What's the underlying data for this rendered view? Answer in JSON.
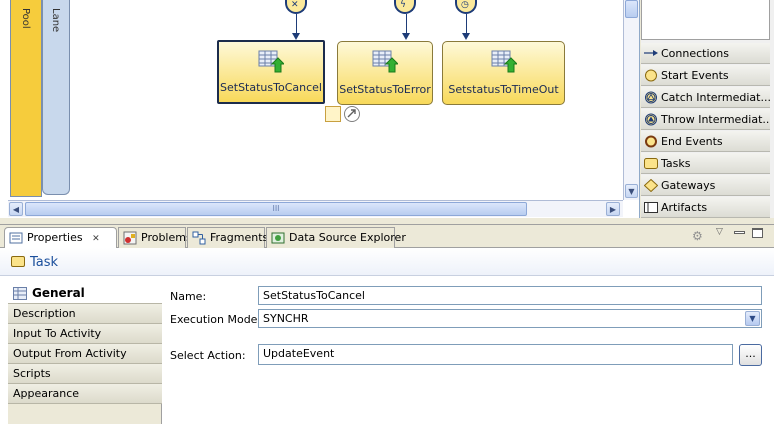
{
  "diagram": {
    "pool_label": "Pool",
    "lane_label": "Lane",
    "tasks": [
      {
        "label": "SetStatusToCancel"
      },
      {
        "label": "SetStatusToError"
      },
      {
        "label": "SetstatusToTimeOut"
      }
    ],
    "scroll_grip": "III"
  },
  "palette": {
    "items": [
      {
        "label": "Connections",
        "icon": "arrow-icon"
      },
      {
        "label": "Start Events",
        "icon": "start-event-icon"
      },
      {
        "label": "Catch Intermediat...",
        "icon": "catch-event-icon"
      },
      {
        "label": "Throw Intermediat...",
        "icon": "throw-event-icon"
      },
      {
        "label": "End Events",
        "icon": "end-event-icon"
      },
      {
        "label": "Tasks",
        "icon": "task-icon"
      },
      {
        "label": "Gateways",
        "icon": "gateway-icon"
      },
      {
        "label": "Artifacts",
        "icon": "artifact-icon"
      }
    ]
  },
  "tabs": [
    {
      "label": "Properties",
      "close": "✕"
    },
    {
      "label": "Problems"
    },
    {
      "label": "Fragments"
    },
    {
      "label": "Data Source Explorer"
    }
  ],
  "properties": {
    "title": "Task",
    "side_tabs": [
      "General",
      "Description",
      "Input To Activity",
      "Output From Activity",
      "Scripts",
      "Appearance"
    ],
    "fields": {
      "name_label": "Name:",
      "name_value": "SetStatusToCancel",
      "mode_label": "Execution Mode:",
      "mode_value": "SYNCHR",
      "action_label": "Select Action:",
      "action_value": "UpdateEvent",
      "browse_label": "..."
    }
  },
  "colors": {
    "task_fill": "#f8d95a",
    "pool_fill": "#f6cc3c",
    "lane_fill": "#c8d8ec",
    "accent_title": "#1b4f9c"
  }
}
